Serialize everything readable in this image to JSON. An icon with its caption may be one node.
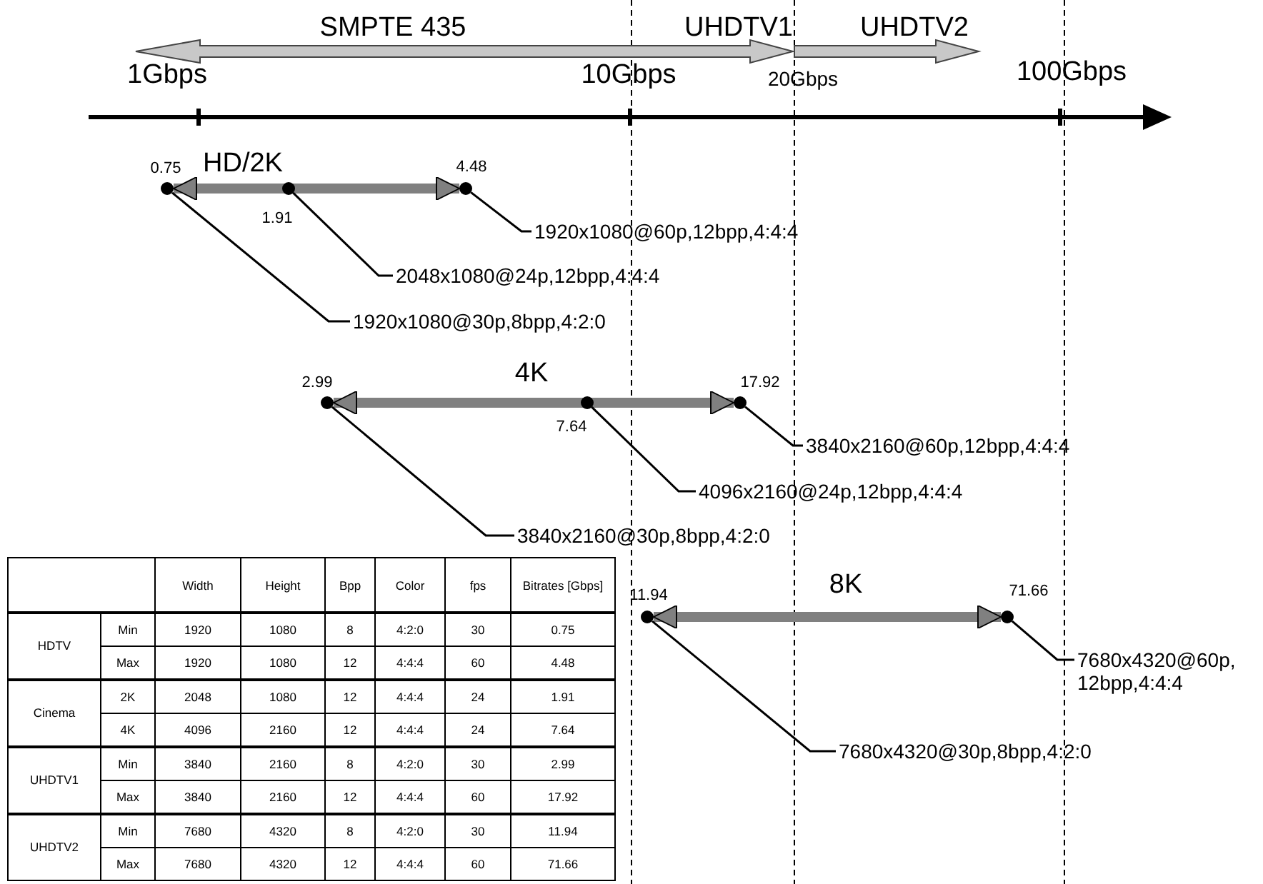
{
  "diagram": {
    "nodes": [
      {
        "text": [],
        "shape": "circle",
        "beside": [
          "0.75"
        ]
      },
      {
        "text": [],
        "shape": "circle",
        "beside": [
          "1.91"
        ]
      },
      {
        "text": [],
        "shape": "circle",
        "beside": [
          "4.48"
        ]
      },
      {
        "text": [
          "1920x1080@60p,12bpp,4:4:4"
        ]
      },
      {
        "text": [
          "2048x1080@24p,12bpp,4:4:4"
        ]
      },
      {
        "text": [
          "1920x1080@30p,8bpp,4:2:0"
        ]
      },
      {
        "text": [],
        "shape": "circle",
        "beside": [
          "2.99"
        ]
      },
      {
        "text": [],
        "shape": "circle",
        "beside": [
          "7.64"
        ]
      },
      {
        "text": [],
        "shape": "circle",
        "beside": [
          "17.92"
        ]
      },
      {
        "text": [
          "3840x2160@60p,12bpp,4:4:4"
        ]
      },
      {
        "text": [
          "4096x2160@24p,12bpp,4:4:4"
        ]
      },
      {
        "text": [
          "3840x2160@30p,8bpp,4:2:0"
        ]
      },
      {
        "text": [],
        "shape": "circle",
        "beside": [
          "11.94"
        ]
      },
      {
        "text": [],
        "shape": "circle",
        "beside": [
          "71.66"
        ]
      },
      {
        "text": [
          "7680x4320@60p, 12bpp,4:4:4"
        ]
      },
      {
        "text": [
          "7680x4320@30p,8bpp,4:2:0"
        ]
      }
    ],
    "edges": [
      {
        "from": 0,
        "to": 2,
        "arrow": "both",
        "label": "HD/2K",
        "style": "thick",
        "color": "#808080"
      },
      {
        "from": 3,
        "to": 2,
        "arrow": "none"
      },
      {
        "from": 4,
        "to": 1,
        "arrow": "none"
      },
      {
        "from": 5,
        "to": 0,
        "arrow": "none"
      },
      {
        "from": 6,
        "to": 8,
        "arrow": "both",
        "label": "4K",
        "style": "thick",
        "color": "#808080"
      },
      {
        "from": 9,
        "to": 8,
        "arrow": "none"
      },
      {
        "from": 10,
        "to": 7,
        "arrow": "none"
      },
      {
        "from": 11,
        "to": 6,
        "arrow": "none"
      },
      {
        "from": 12,
        "to": 13,
        "arrow": "both",
        "label": "8K",
        "style": "thick",
        "color": "#808080"
      },
      {
        "from": 14,
        "to": 13,
        "arrow": "none"
      },
      {
        "from": 15,
        "to": 12,
        "arrow": "none"
      }
    ],
    "labels": [
      "SMPTE 435",
      "UHDTV1",
      "UHDTV2",
      "1Gbps",
      "10Gbps",
      "20Gbps",
      "100Gbps",
      "Width",
      "Height",
      "Bpp",
      "Color",
      "fps",
      "Bitrates [Gbps]",
      "HDTV",
      "Min",
      "1920",
      "1080",
      "8",
      "4:2:0",
      "30",
      "0.75",
      "Max",
      "1920",
      "1080",
      "12",
      "4:4:4",
      "60",
      "4.48",
      "Cinema",
      "2K",
      "2048",
      "1080",
      "12",
      "4:4:4",
      "24",
      "1.91",
      "4K",
      "4096",
      "2160",
      "12",
      "4:4:4",
      "24",
      "7.64",
      "UHDTV1",
      "Min",
      "3840",
      "2160",
      "8",
      "4:2:0",
      "30",
      "2.99",
      "Max",
      "3840",
      "2160",
      "12",
      "4:4:4",
      "60",
      "17.92",
      "UHDTV2",
      "Min",
      "7680",
      "4320",
      "8",
      "4:2:0",
      "30",
      "11.94",
      "Max",
      "7680",
      "4320",
      "12",
      "4:4:4",
      "60",
      "71.66"
    ]
  }
}
